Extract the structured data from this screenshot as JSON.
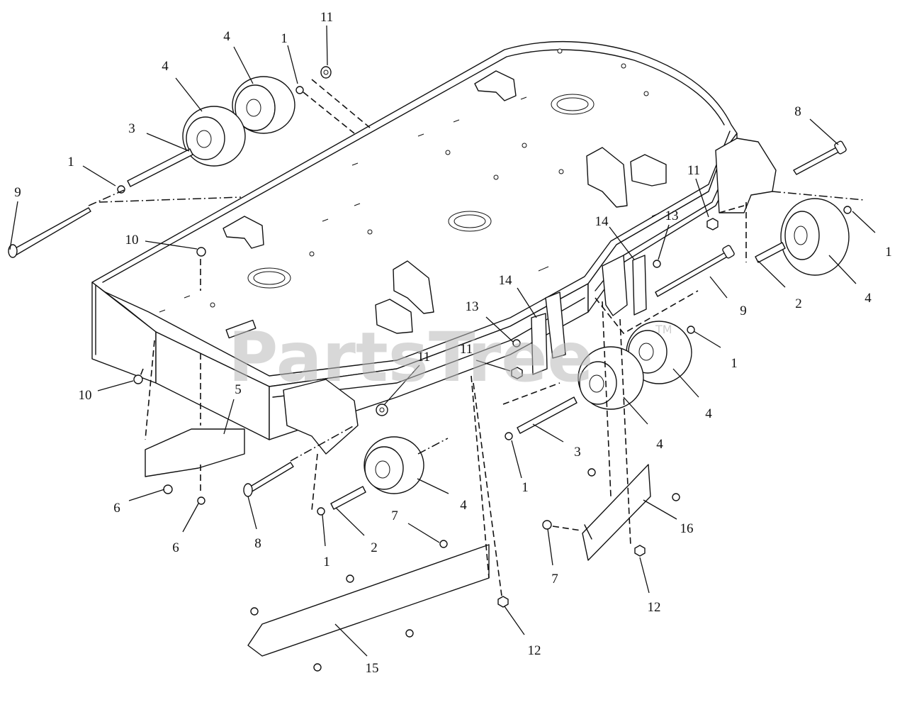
{
  "watermark": {
    "text": "PartsTree",
    "tm": "TM"
  },
  "callouts": [
    {
      "id": "c1",
      "label": "11"
    },
    {
      "id": "c2",
      "label": "4"
    },
    {
      "id": "c3",
      "label": "1"
    },
    {
      "id": "c4",
      "label": "4"
    },
    {
      "id": "c5",
      "label": "3"
    },
    {
      "id": "c6",
      "label": "1"
    },
    {
      "id": "c7",
      "label": "9"
    },
    {
      "id": "c8",
      "label": "10"
    },
    {
      "id": "c9",
      "label": "10"
    },
    {
      "id": "c10",
      "label": "5"
    },
    {
      "id": "c11",
      "label": "6"
    },
    {
      "id": "c12",
      "label": "6"
    },
    {
      "id": "c13",
      "label": "8"
    },
    {
      "id": "c14",
      "label": "11"
    },
    {
      "id": "c15",
      "label": "1"
    },
    {
      "id": "c16",
      "label": "2"
    },
    {
      "id": "c17",
      "label": "7"
    },
    {
      "id": "c18",
      "label": "4"
    },
    {
      "id": "c19",
      "label": "15"
    },
    {
      "id": "c20",
      "label": "12"
    },
    {
      "id": "c21",
      "label": "13"
    },
    {
      "id": "c22",
      "label": "14"
    },
    {
      "id": "c23",
      "label": "11"
    },
    {
      "id": "c24",
      "label": "14"
    },
    {
      "id": "c25",
      "label": "13"
    },
    {
      "id": "c26",
      "label": "11"
    },
    {
      "id": "c27",
      "label": "8"
    },
    {
      "id": "c28",
      "label": "1"
    },
    {
      "id": "c29",
      "label": "2"
    },
    {
      "id": "c30",
      "label": "4"
    },
    {
      "id": "c31",
      "label": "9"
    },
    {
      "id": "c32",
      "label": "1"
    },
    {
      "id": "c33",
      "label": "4"
    },
    {
      "id": "c34",
      "label": "4"
    },
    {
      "id": "c35",
      "label": "3"
    },
    {
      "id": "c36",
      "label": "1"
    },
    {
      "id": "c37",
      "label": "7"
    },
    {
      "id": "c38",
      "label": "16"
    },
    {
      "id": "c39",
      "label": "12"
    }
  ]
}
